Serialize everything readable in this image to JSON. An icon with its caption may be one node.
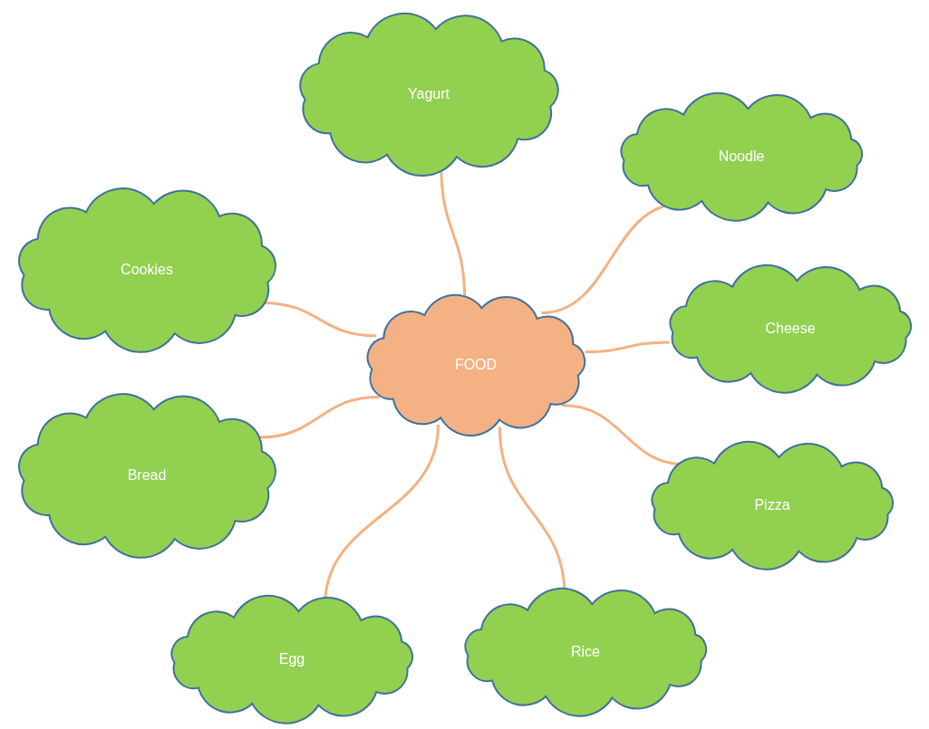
{
  "diagram": {
    "nodes": [
      {
        "text": [
          "Yagurt"
        ]
      },
      {
        "text": [
          "Noodle"
        ]
      },
      {
        "text": [
          "Cookies"
        ]
      },
      {
        "text": [
          "Cheese"
        ]
      },
      {
        "text": [
          "FOOD"
        ]
      },
      {
        "text": [
          "Bread"
        ]
      },
      {
        "text": [
          "Pizza"
        ]
      },
      {
        "text": [
          "Egg"
        ]
      },
      {
        "text": [
          "Rice"
        ]
      }
    ],
    "edges": [
      {
        "from": 4,
        "to": 0,
        "arrow": "none"
      },
      {
        "from": 4,
        "to": 1,
        "arrow": "none"
      },
      {
        "from": 4,
        "to": 2,
        "arrow": "none"
      },
      {
        "from": 4,
        "to": 3,
        "arrow": "none"
      },
      {
        "from": 4,
        "to": 5,
        "arrow": "none"
      },
      {
        "from": 4,
        "to": 6,
        "arrow": "none"
      },
      {
        "from": 4,
        "to": 7,
        "arrow": "none"
      },
      {
        "from": 4,
        "to": 8,
        "arrow": "none"
      }
    ]
  }
}
